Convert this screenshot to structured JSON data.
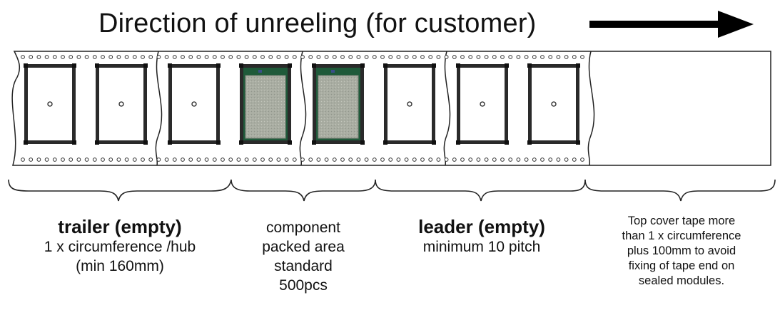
{
  "title": "Direction of unreeling (for customer)",
  "arrow_icon": "arrow-right-icon",
  "pockets": [
    {
      "state": "empty"
    },
    {
      "state": "empty"
    },
    {
      "state": "empty"
    },
    {
      "state": "component"
    },
    {
      "state": "component"
    },
    {
      "state": "empty"
    },
    {
      "state": "empty"
    },
    {
      "state": "empty"
    }
  ],
  "sections": {
    "trailer": {
      "heading": "trailer (empty)",
      "line1": "1 x circumference /hub",
      "line2": "(min 160mm)"
    },
    "component": {
      "line1": "component",
      "line2": "packed area",
      "line3": "standard",
      "line4": "500pcs"
    },
    "leader": {
      "heading": "leader (empty)",
      "line1": "minimum 10 pitch"
    },
    "cover": {
      "line1": "Top cover tape more",
      "line2": "than 1 x circumference",
      "line3": "plus 100mm to avoid",
      "line4": "fixing of tape end on",
      "line5": "sealed modules."
    }
  },
  "colors": {
    "ink": "#111111",
    "module_pcb": "#1f5a3a",
    "module_shield": "#a7aba0"
  }
}
